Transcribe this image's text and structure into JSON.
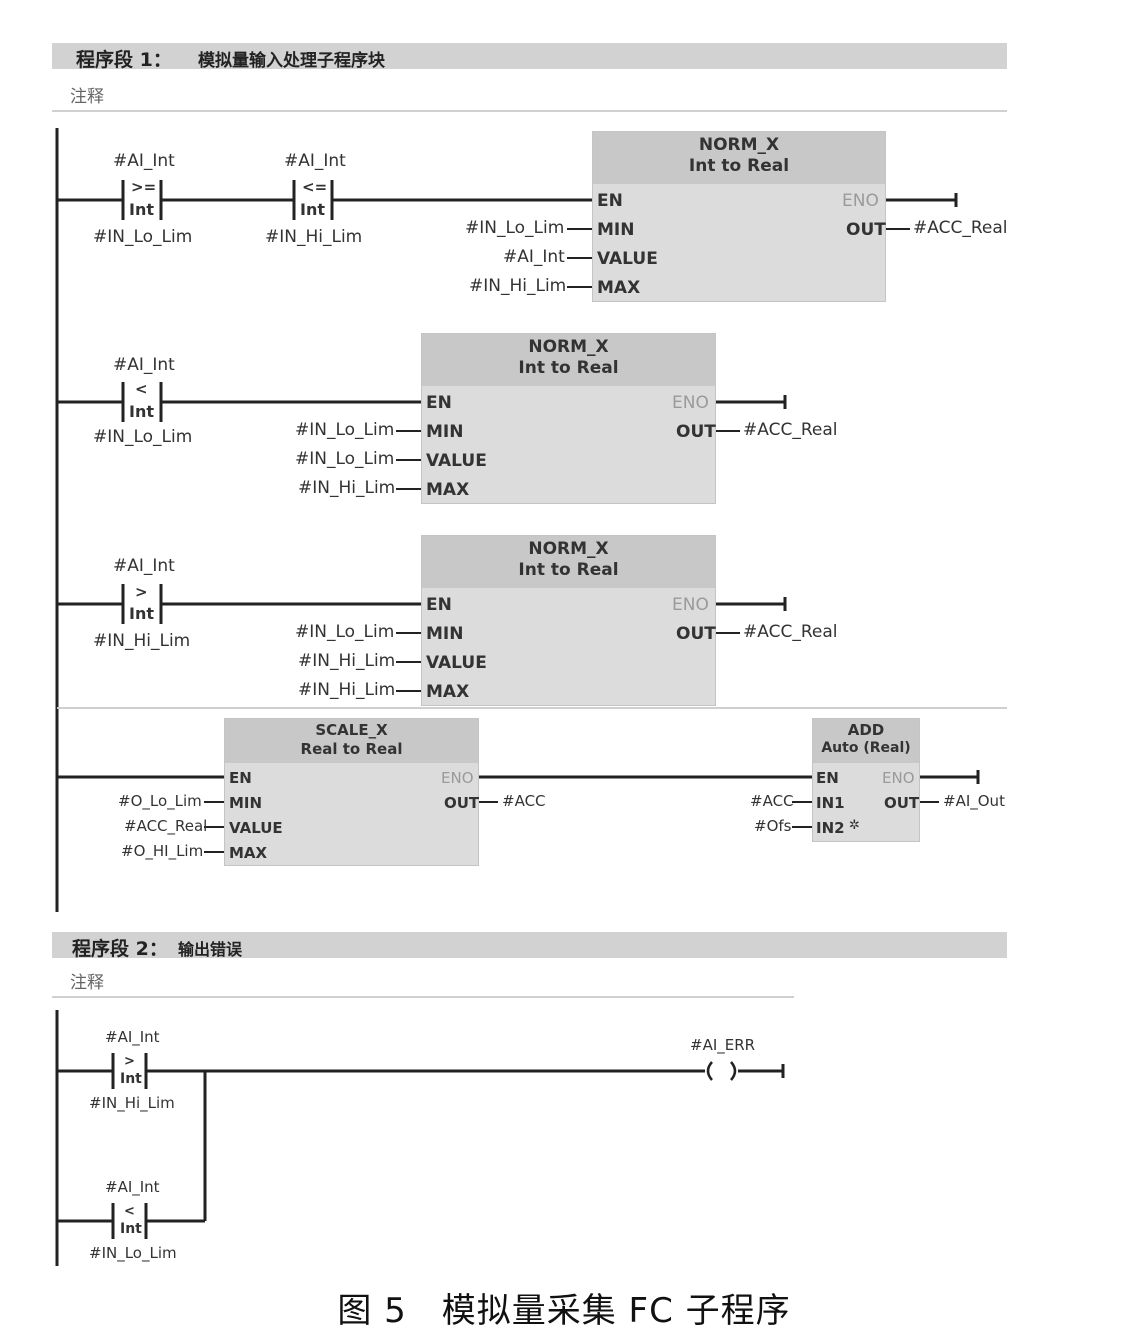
{
  "seg1": {
    "title": "程序段 1：",
    "name": "模拟量输入处理子程序块",
    "comment": "注释"
  },
  "seg2": {
    "title": "程序段 2：",
    "name": "输出错误",
    "comment": "注释"
  },
  "contacts": [
    {
      "top": "#AI_Int",
      "op": ">=",
      "type": "Int",
      "bottom": "#IN_Lo_Lim"
    },
    {
      "top": "#AI_Int",
      "op": "<=",
      "type": "Int",
      "bottom": "#IN_Hi_Lim"
    },
    {
      "top": "#AI_Int",
      "op": "<",
      "type": "Int",
      "bottom": "#IN_Lo_Lim"
    },
    {
      "top": "#AI_Int",
      "op": ">",
      "type": "Int",
      "bottom": "#IN_Hi_Lim"
    },
    {
      "top": "#AI_Int",
      "op": ">",
      "type": "Int",
      "bottom": "#IN_Hi_Lim"
    },
    {
      "top": "#AI_Int",
      "op": "<",
      "type": "Int",
      "bottom": "#IN_Lo_Lim"
    }
  ],
  "norm_boxes": [
    {
      "title": "NORM_X",
      "t1": "Int",
      "t2": "to",
      "t3": "Real",
      "en": "EN",
      "eno": "ENO",
      "out": "OUT",
      "out_var": "#ACC_Real",
      "pins": [
        "MIN",
        "VALUE",
        "MAX"
      ],
      "inputs": [
        "#IN_Lo_Lim",
        "#AI_Int",
        "#IN_Hi_Lim"
      ]
    },
    {
      "title": "NORM_X",
      "t1": "Int",
      "t2": "to",
      "t3": "Real",
      "en": "EN",
      "eno": "ENO",
      "out": "OUT",
      "out_var": "#ACC_Real",
      "pins": [
        "MIN",
        "VALUE",
        "MAX"
      ],
      "inputs": [
        "#IN_Lo_Lim",
        "#IN_Lo_Lim",
        "#IN_Hi_Lim"
      ]
    },
    {
      "title": "NORM_X",
      "t1": "Int",
      "t2": "to",
      "t3": "Real",
      "en": "EN",
      "eno": "ENO",
      "out": "OUT",
      "out_var": "#ACC_Real",
      "pins": [
        "MIN",
        "VALUE",
        "MAX"
      ],
      "inputs": [
        "#IN_Lo_Lim",
        "#IN_Hi_Lim",
        "#IN_Hi_Lim"
      ]
    }
  ],
  "scale_box": {
    "title": "SCALE_X",
    "t1": "Real",
    "t2": "to",
    "t3": "Real",
    "en": "EN",
    "eno": "ENO",
    "out": "OUT",
    "out_var": "#ACC",
    "pins": [
      "MIN",
      "VALUE",
      "MAX"
    ],
    "inputs": [
      "#O_Lo_Lim",
      "#ACC_Real",
      "#O_HI_Lim"
    ]
  },
  "add_box": {
    "title": "ADD",
    "subtitle": "Auto (Real)",
    "en": "EN",
    "eno": "ENO",
    "out": "OUT",
    "out_var": "#AI_Out",
    "pins": [
      "IN1",
      "IN2"
    ],
    "inputs": [
      "#ACC",
      "#Ofs"
    ],
    "star": "✲"
  },
  "coil": {
    "var": "#AI_ERR"
  },
  "caption": "图 5　模拟量采集 FC 子程序"
}
